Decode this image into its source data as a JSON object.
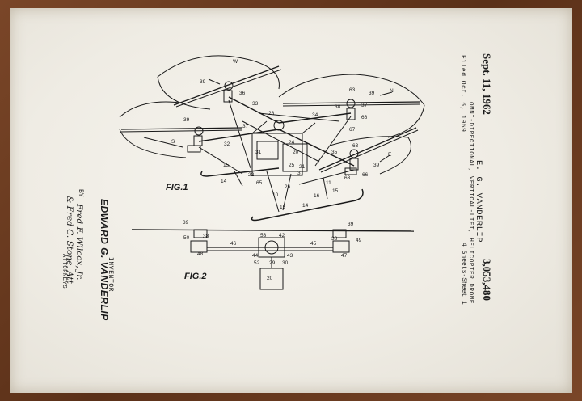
{
  "header": {
    "date": "Sept. 11, 1962",
    "inventor_short": "E. G. VANDERLIP",
    "title": "OMNI-DIRECTIONAL, VERTICAL-LIFT, HELICOPTER DRONE",
    "filed": "Filed Oct. 6, 1959",
    "patent_number": "3,053,480",
    "sheets": "4 Sheets-Sheet 1"
  },
  "inventor_block": {
    "label": "INVENTOR",
    "name": "EDWARD G. VANDERLIP",
    "by": "BY",
    "signature_1": "Fred F. Wilcox, Jr.",
    "signature_2": "& Fred C. Stone, Att",
    "attorneys": "ATTORNEYS"
  },
  "figures": {
    "fig1_label": "FIG.1",
    "fig2_label": "FIG.2"
  },
  "fig1_numbers": [
    "W",
    "39",
    "36",
    "33",
    "28",
    "63",
    "39",
    "N",
    "37",
    "38",
    "34",
    "66",
    "67",
    "39",
    "S",
    "37",
    "32",
    "31",
    "24",
    "20",
    "25",
    "21",
    "37",
    "35",
    "63",
    "E",
    "39",
    "66",
    "15",
    "22",
    "65",
    "26",
    "14",
    "15",
    "10",
    "16",
    "11",
    "15",
    "14",
    "63"
  ],
  "fig2_numbers": [
    "39",
    "39",
    "50",
    "38",
    "46",
    "53",
    "42",
    "38",
    "49",
    "48",
    "44",
    "52",
    "29",
    "43",
    "45",
    "47",
    "20",
    "30"
  ],
  "colors": {
    "frame": "#6b3d22",
    "paper": "#f2efe8",
    "ink": "#1a1a1a"
  }
}
